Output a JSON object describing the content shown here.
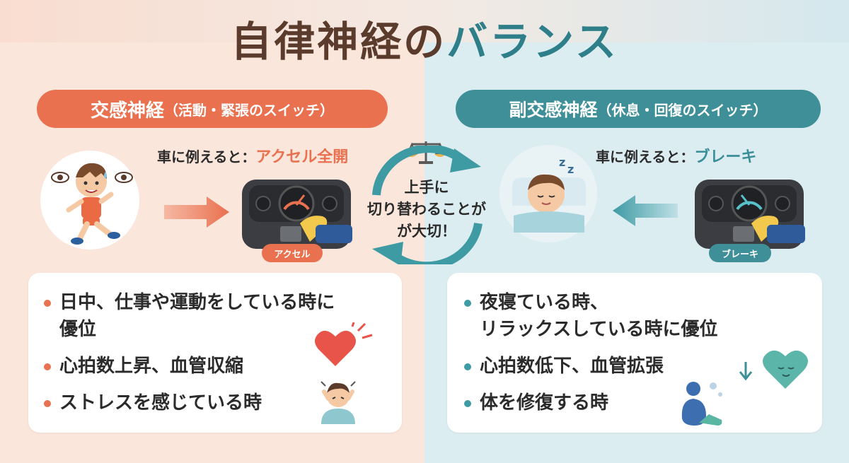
{
  "title": {
    "part1": "自律神経の",
    "part2": "バランス"
  },
  "sympathetic": {
    "heading": "交感神経",
    "subheading": "（活動・緊張のスイッチ）",
    "car_prefix": "車に例えると：",
    "car_value": "アクセル全開",
    "tag": "アクセル",
    "bullets": [
      "日中、仕事や運動をしている時に",
      "優位",
      "心拍数上昇、血管収縮",
      "ストレスを感じている時"
    ]
  },
  "parasympathetic": {
    "heading": "副交感神経",
    "subheading": "（休息・回復のスイッチ）",
    "car_prefix": "車に例えると：",
    "car_value": "ブレーキ",
    "tag": "ブレーキ",
    "bullets": [
      "夜寝ている時、",
      "リラックスしている時に優位",
      "心拍数低下、血管拡張",
      "体を修復する時"
    ]
  },
  "center": {
    "line1": "上手に",
    "line2": "切り替わることが",
    "line3": "が大切！"
  },
  "colors": {
    "orange": "#e9714f",
    "teal": "#3e8f98",
    "brown": "#5a3b2c"
  }
}
